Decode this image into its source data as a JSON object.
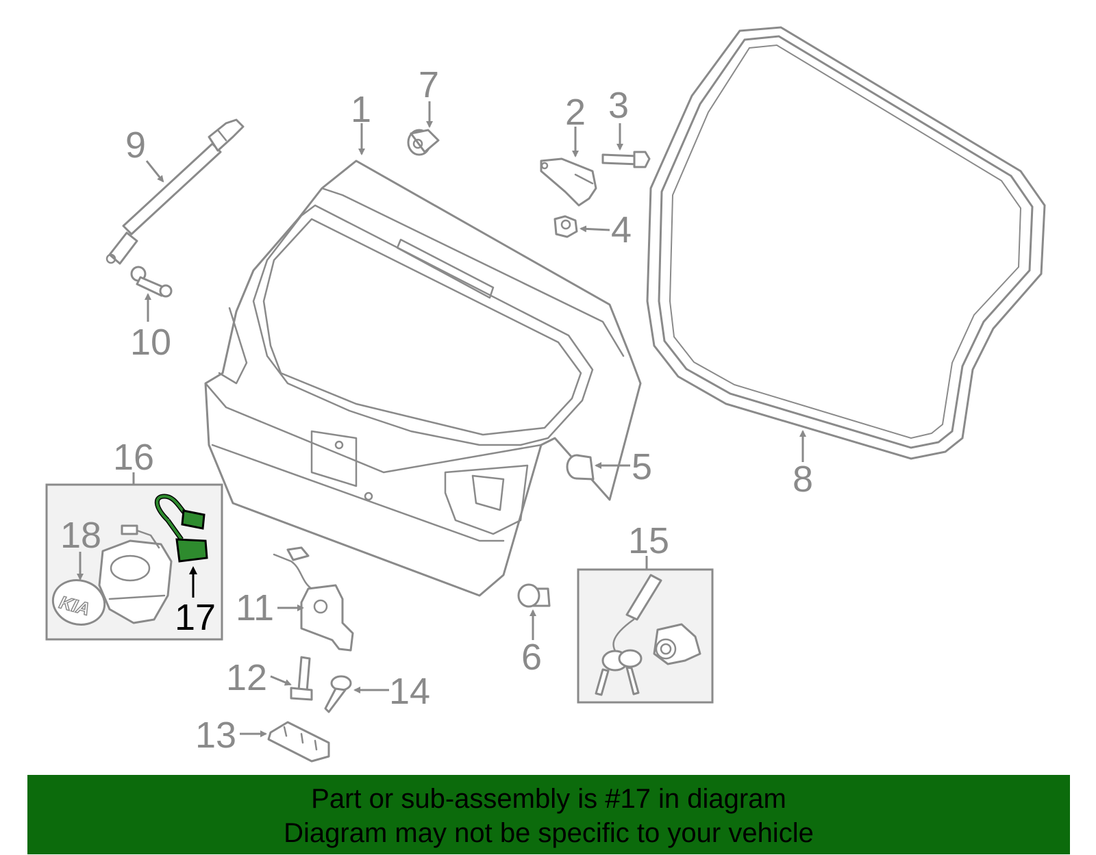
{
  "callouts": {
    "c1": "1",
    "c2": "2",
    "c3": "3",
    "c4": "4",
    "c5": "5",
    "c6": "6",
    "c7": "7",
    "c8": "8",
    "c9": "9",
    "c10": "10",
    "c11": "11",
    "c12": "12",
    "c13": "13",
    "c14": "14",
    "c15": "15",
    "c16": "16",
    "c17": "17",
    "c18": "18"
  },
  "badge_text": "KIA",
  "highlight_color": "#2e8b2e",
  "banner": {
    "line1": "Part or sub-assembly is #17 in diagram",
    "line2": "Diagram may not be specific to your vehicle",
    "color": "#0c6b0c"
  }
}
